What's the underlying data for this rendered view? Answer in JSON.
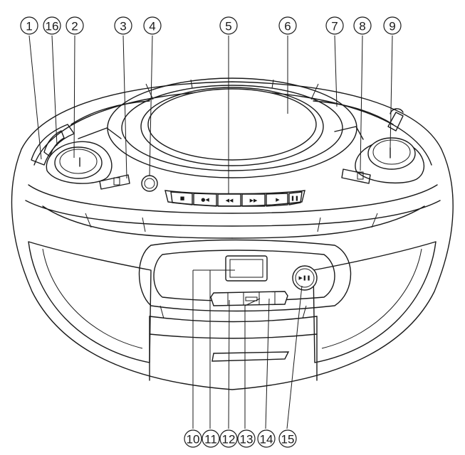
{
  "figure": {
    "device": "portable CD radio cassette player",
    "callouts": [
      "1",
      "16",
      "2",
      "3",
      "4",
      "5",
      "6",
      "7",
      "8",
      "9",
      "10",
      "11",
      "12",
      "13",
      "14",
      "15"
    ],
    "top_panel_buttons": [
      "stop",
      "record",
      "rewind",
      "fast-forward",
      "play",
      "pause"
    ],
    "front_play_button_icon": "play-pause-icon"
  }
}
